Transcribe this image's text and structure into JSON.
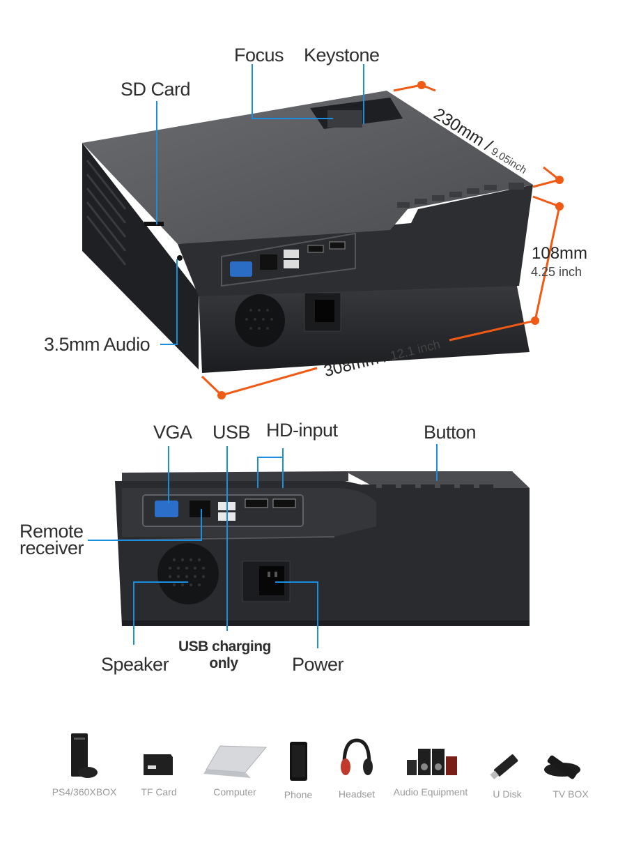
{
  "colors": {
    "callout_line": "#1a8fe0",
    "dimension_line": "#f05a14",
    "device_body": "#2a2b2e",
    "device_top": "#5a5c60"
  },
  "top_view": {
    "labels": {
      "focus": "Focus",
      "keystone": "Keystone",
      "sd_card": "SD Card",
      "audio": "3.5mm Audio"
    },
    "dimensions": {
      "depth_mm": "230mm /",
      "depth_inch": "9.05inch",
      "height_mm": "108mm",
      "height_inch": "4.25 inch",
      "width_mm": "308mm /",
      "width_inch": "12.1 inch"
    }
  },
  "rear_view": {
    "labels": {
      "vga": "VGA",
      "usb": "USB",
      "hd_input": "HD-input",
      "button": "Button",
      "remote_line1": "Remote",
      "remote_line2": "receiver",
      "speaker": "Speaker",
      "usb_charging_line1": "USB charging",
      "usb_charging_line2": "only",
      "power": "Power"
    }
  },
  "accessories": [
    {
      "icon": "game-console-icon",
      "label": "PS4/360XBOX"
    },
    {
      "icon": "tf-card-icon",
      "label": "TF Card"
    },
    {
      "icon": "laptop-icon",
      "label": "Computer"
    },
    {
      "icon": "phone-icon",
      "label": "Phone"
    },
    {
      "icon": "headset-icon",
      "label": "Headset"
    },
    {
      "icon": "speaker-system-icon",
      "label": "Audio Equipment"
    },
    {
      "icon": "usb-disk-icon",
      "label": "U Disk"
    },
    {
      "icon": "tv-box-icon",
      "label": "TV BOX"
    }
  ]
}
